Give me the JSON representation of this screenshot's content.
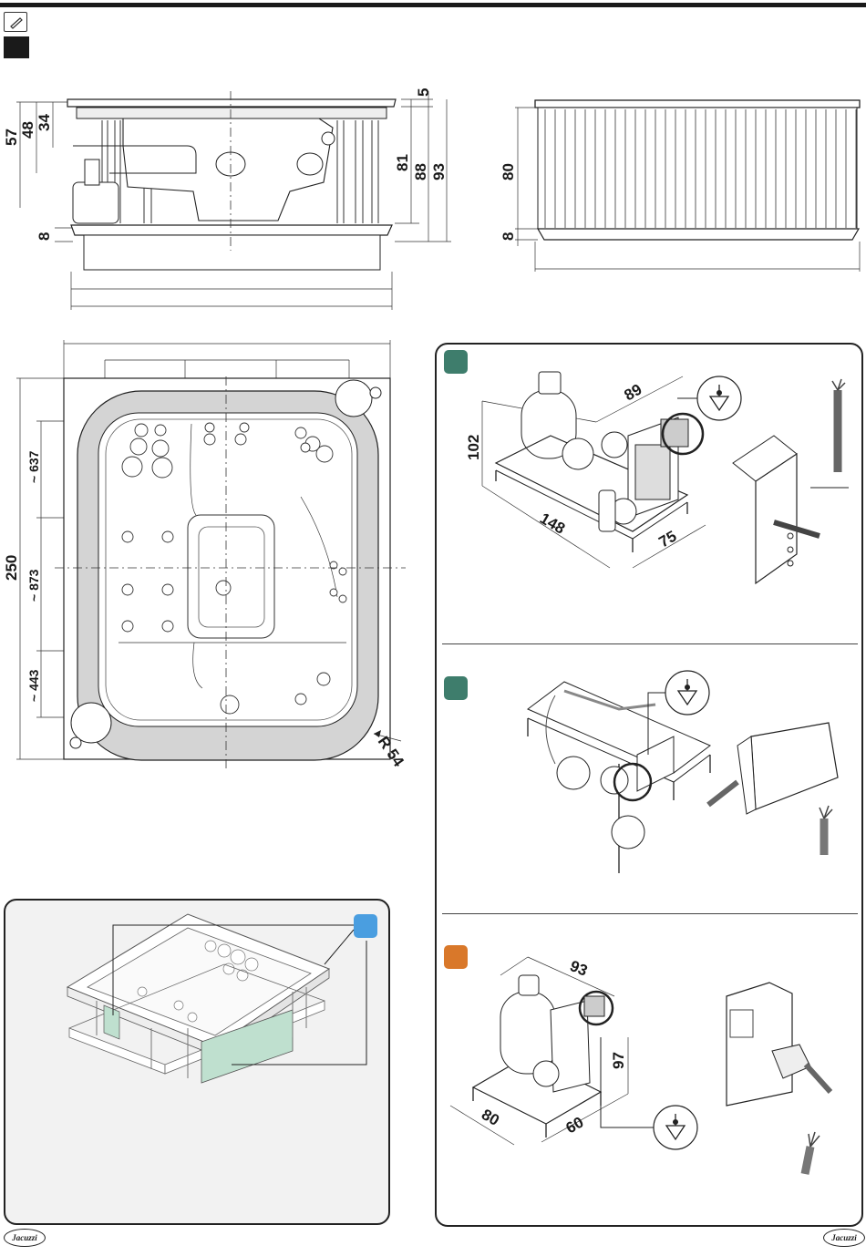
{
  "header": {
    "icons": [
      "pencil-icon",
      "black-square-icon"
    ]
  },
  "side_view": {
    "dims": {
      "d57": "57",
      "d48": "48",
      "d34": "34",
      "d5": "5",
      "d81": "81",
      "d88": "88",
      "d93": "93",
      "d8": "8"
    }
  },
  "front_view": {
    "dims": {
      "d80": "80",
      "d8": "8"
    }
  },
  "plan_view": {
    "dims": {
      "d250": "250",
      "d637": "~ 637",
      "d873": "~ 873",
      "d443": "~ 443",
      "r54": "R 54"
    }
  },
  "equipment_panels": [
    {
      "badge_color": "#3e7d6c",
      "dims": {
        "d102": "102",
        "d89": "89",
        "d148": "148",
        "d75": "75"
      }
    },
    {
      "badge_color": "#3e7d6c",
      "dims": {}
    },
    {
      "badge_color": "#d9782a",
      "dims": {
        "d93": "93",
        "d97": "97",
        "d80": "80",
        "d60": "60"
      }
    }
  ],
  "install_panel": {
    "badge_color": "#4a9ee0"
  },
  "footer": {
    "logo_left": "Jacuzzi",
    "logo_right": "Jacuzzi"
  }
}
